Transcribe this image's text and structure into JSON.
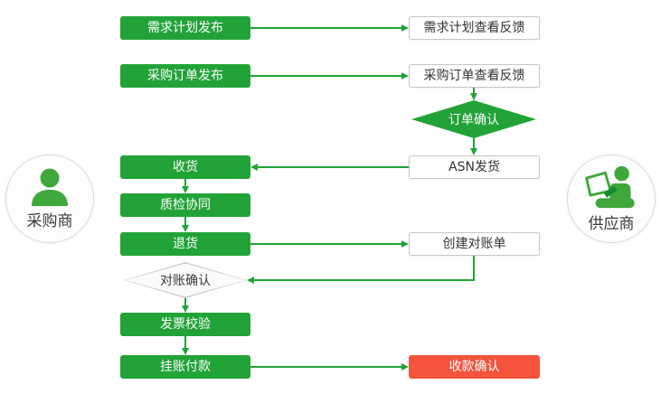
{
  "diagram": {
    "kind": "procurement-collaboration-flowchart",
    "colors": {
      "process_green": "#22A338",
      "highlight_red": "#F4533C",
      "icon_green": "#3FA83C",
      "icon_green_dark": "#188A30",
      "box_border_gray": "#C6C6C6",
      "text_dark": "#333333"
    },
    "actors": {
      "buyer": {
        "label": "采购商",
        "icon": "person-icon"
      },
      "supplier": {
        "label": "供应商",
        "icon": "person-laptop-icon"
      }
    },
    "nodes": {
      "demand_plan_publish": {
        "label": "需求计划发布",
        "type": "process",
        "variant": "green"
      },
      "demand_plan_feedback": {
        "label": "需求计划查看反馈",
        "type": "process",
        "variant": "white"
      },
      "po_publish": {
        "label": "采购订单发布",
        "type": "process",
        "variant": "green"
      },
      "po_feedback": {
        "label": "采购订单查看反馈",
        "type": "process",
        "variant": "white"
      },
      "order_confirm": {
        "label": "订单确认",
        "type": "decision",
        "variant": "green"
      },
      "asn_ship": {
        "label": "ASN发货",
        "type": "process",
        "variant": "white"
      },
      "receive": {
        "label": "收货",
        "type": "process",
        "variant": "green"
      },
      "quality_collab": {
        "label": "质检协同",
        "type": "process",
        "variant": "green"
      },
      "return_goods": {
        "label": "退货",
        "type": "process",
        "variant": "green"
      },
      "create_statement": {
        "label": "创建对账单",
        "type": "process",
        "variant": "white"
      },
      "statement_confirm": {
        "label": "对账确认",
        "type": "decision",
        "variant": "gray"
      },
      "invoice_check": {
        "label": "发票校验",
        "type": "process",
        "variant": "green"
      },
      "pending_payment": {
        "label": "挂账付款",
        "type": "process",
        "variant": "green"
      },
      "payment_confirm": {
        "label": "收款确认",
        "type": "process",
        "variant": "red"
      }
    }
  }
}
